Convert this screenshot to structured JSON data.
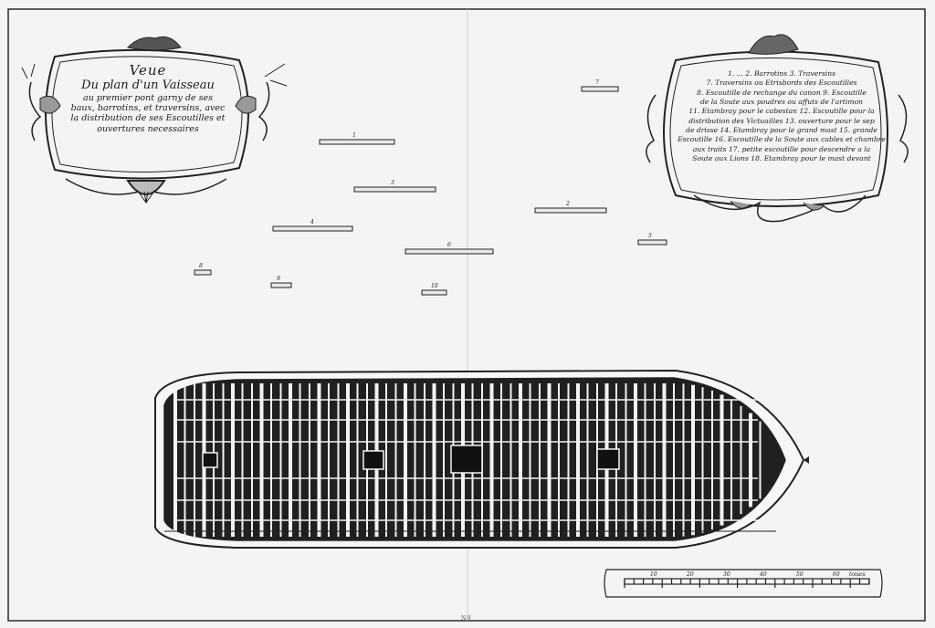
{
  "title": {
    "line1": "Veue",
    "line2": "Du plan d'un Vaisseau",
    "line3": "au premier pont garny de ses",
    "line4": "baux, barrotins, et traversins, avec",
    "line5": "la distribution de ses Escoutilles et",
    "line6": "ouvertures necessaires"
  },
  "legend_lines": [
    "1. ... 2. Barrotins 3. Traversins",
    "7. Traversins ou Etrisbords des Escoutilles",
    "8. Escoutille de rechange du canon 9. Escoutille",
    "de la Soute aux poudres ou affuts de l'artimon",
    "11. Etambray pour le cabestan 12. Escoutille pour la",
    "distribution des Victuailles 13. ouverture pour le sep",
    "de drisse 14. Etambray pour le grand mast 15. grande",
    "Escoutille 16. Escoutille de la Soute aux cables et chambre",
    "aux traits 17. petite escoutille pour descendre a la",
    "Soute aux Lions 18. Etambray pour le mast devant"
  ],
  "beam_labels": [
    "7",
    "1",
    "3",
    "2",
    "4",
    "5",
    "6",
    "8",
    "9",
    "10"
  ],
  "scale": {
    "labels": [
      "10",
      "20",
      "30",
      "40",
      "50",
      "60",
      "toises"
    ]
  },
  "plate_number": "N.9"
}
